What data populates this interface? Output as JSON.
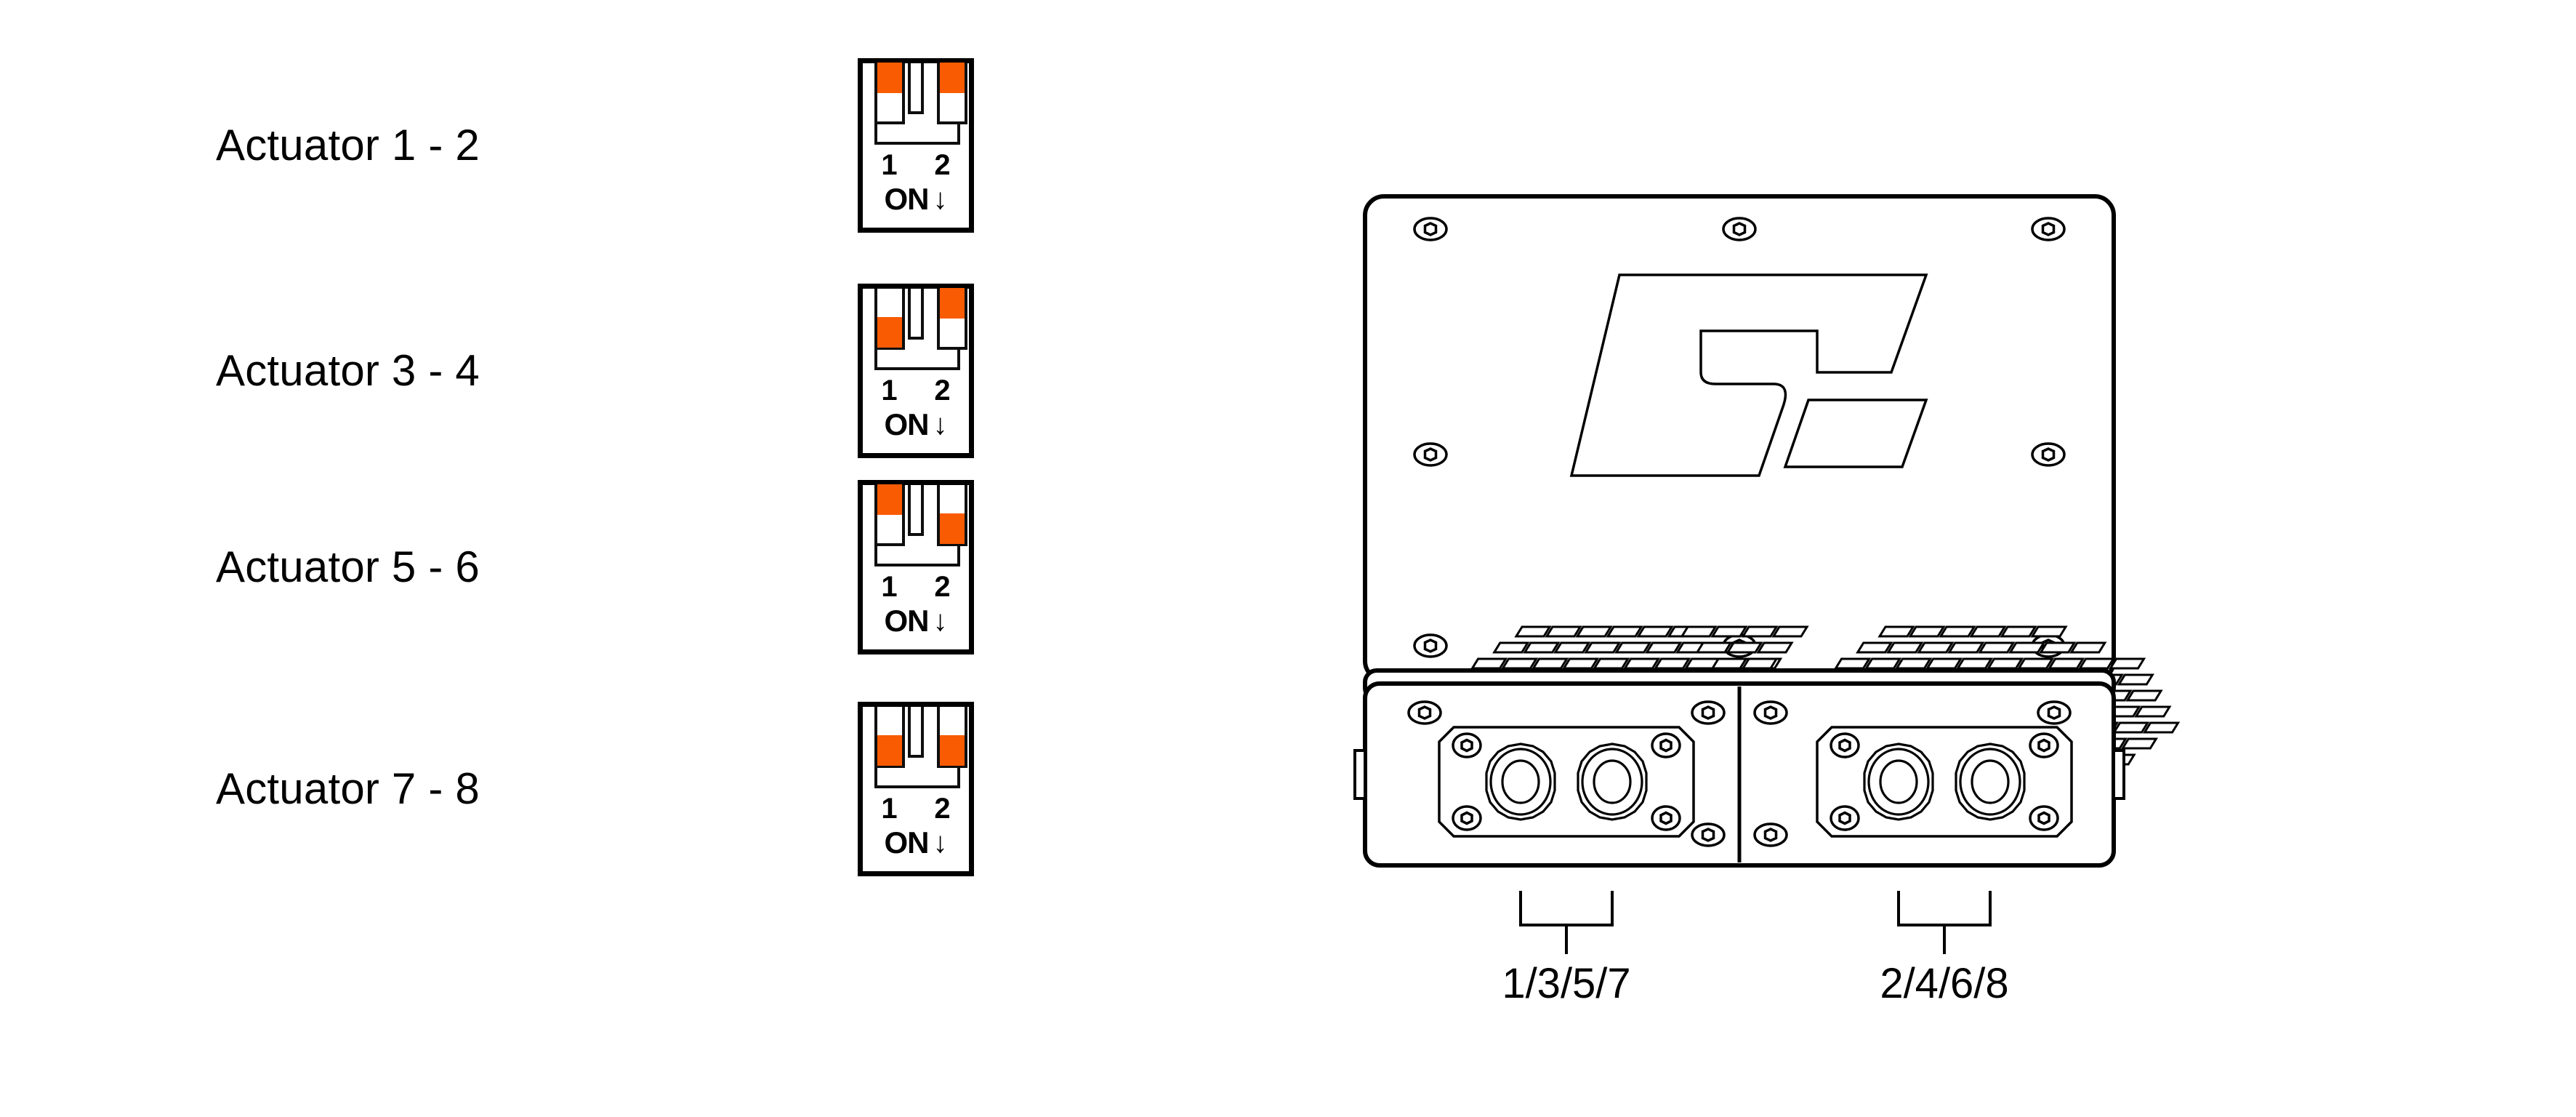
{
  "legend": {
    "title_hidden": "",
    "on_text": "ON",
    "arrow_glyph": "↓",
    "switch_number_1": "1",
    "switch_number_2": "2",
    "rows": [
      {
        "label": "Actuator 1 - 2",
        "switch1": "up",
        "switch2": "up"
      },
      {
        "label": "Actuator 3 - 4",
        "switch1": "down",
        "switch2": "up"
      },
      {
        "label": "Actuator 5 - 6",
        "switch1": "up",
        "switch2": "down"
      },
      {
        "label": "Actuator 7 - 8",
        "switch1": "down",
        "switch2": "down"
      }
    ]
  },
  "device": {
    "bracket_left_label": "1/3/5/7",
    "bracket_right_label": "2/4/6/8"
  },
  "colors": {
    "switch_active": "#F95B02",
    "outline": "#000000",
    "background": "#FFFFFF"
  }
}
